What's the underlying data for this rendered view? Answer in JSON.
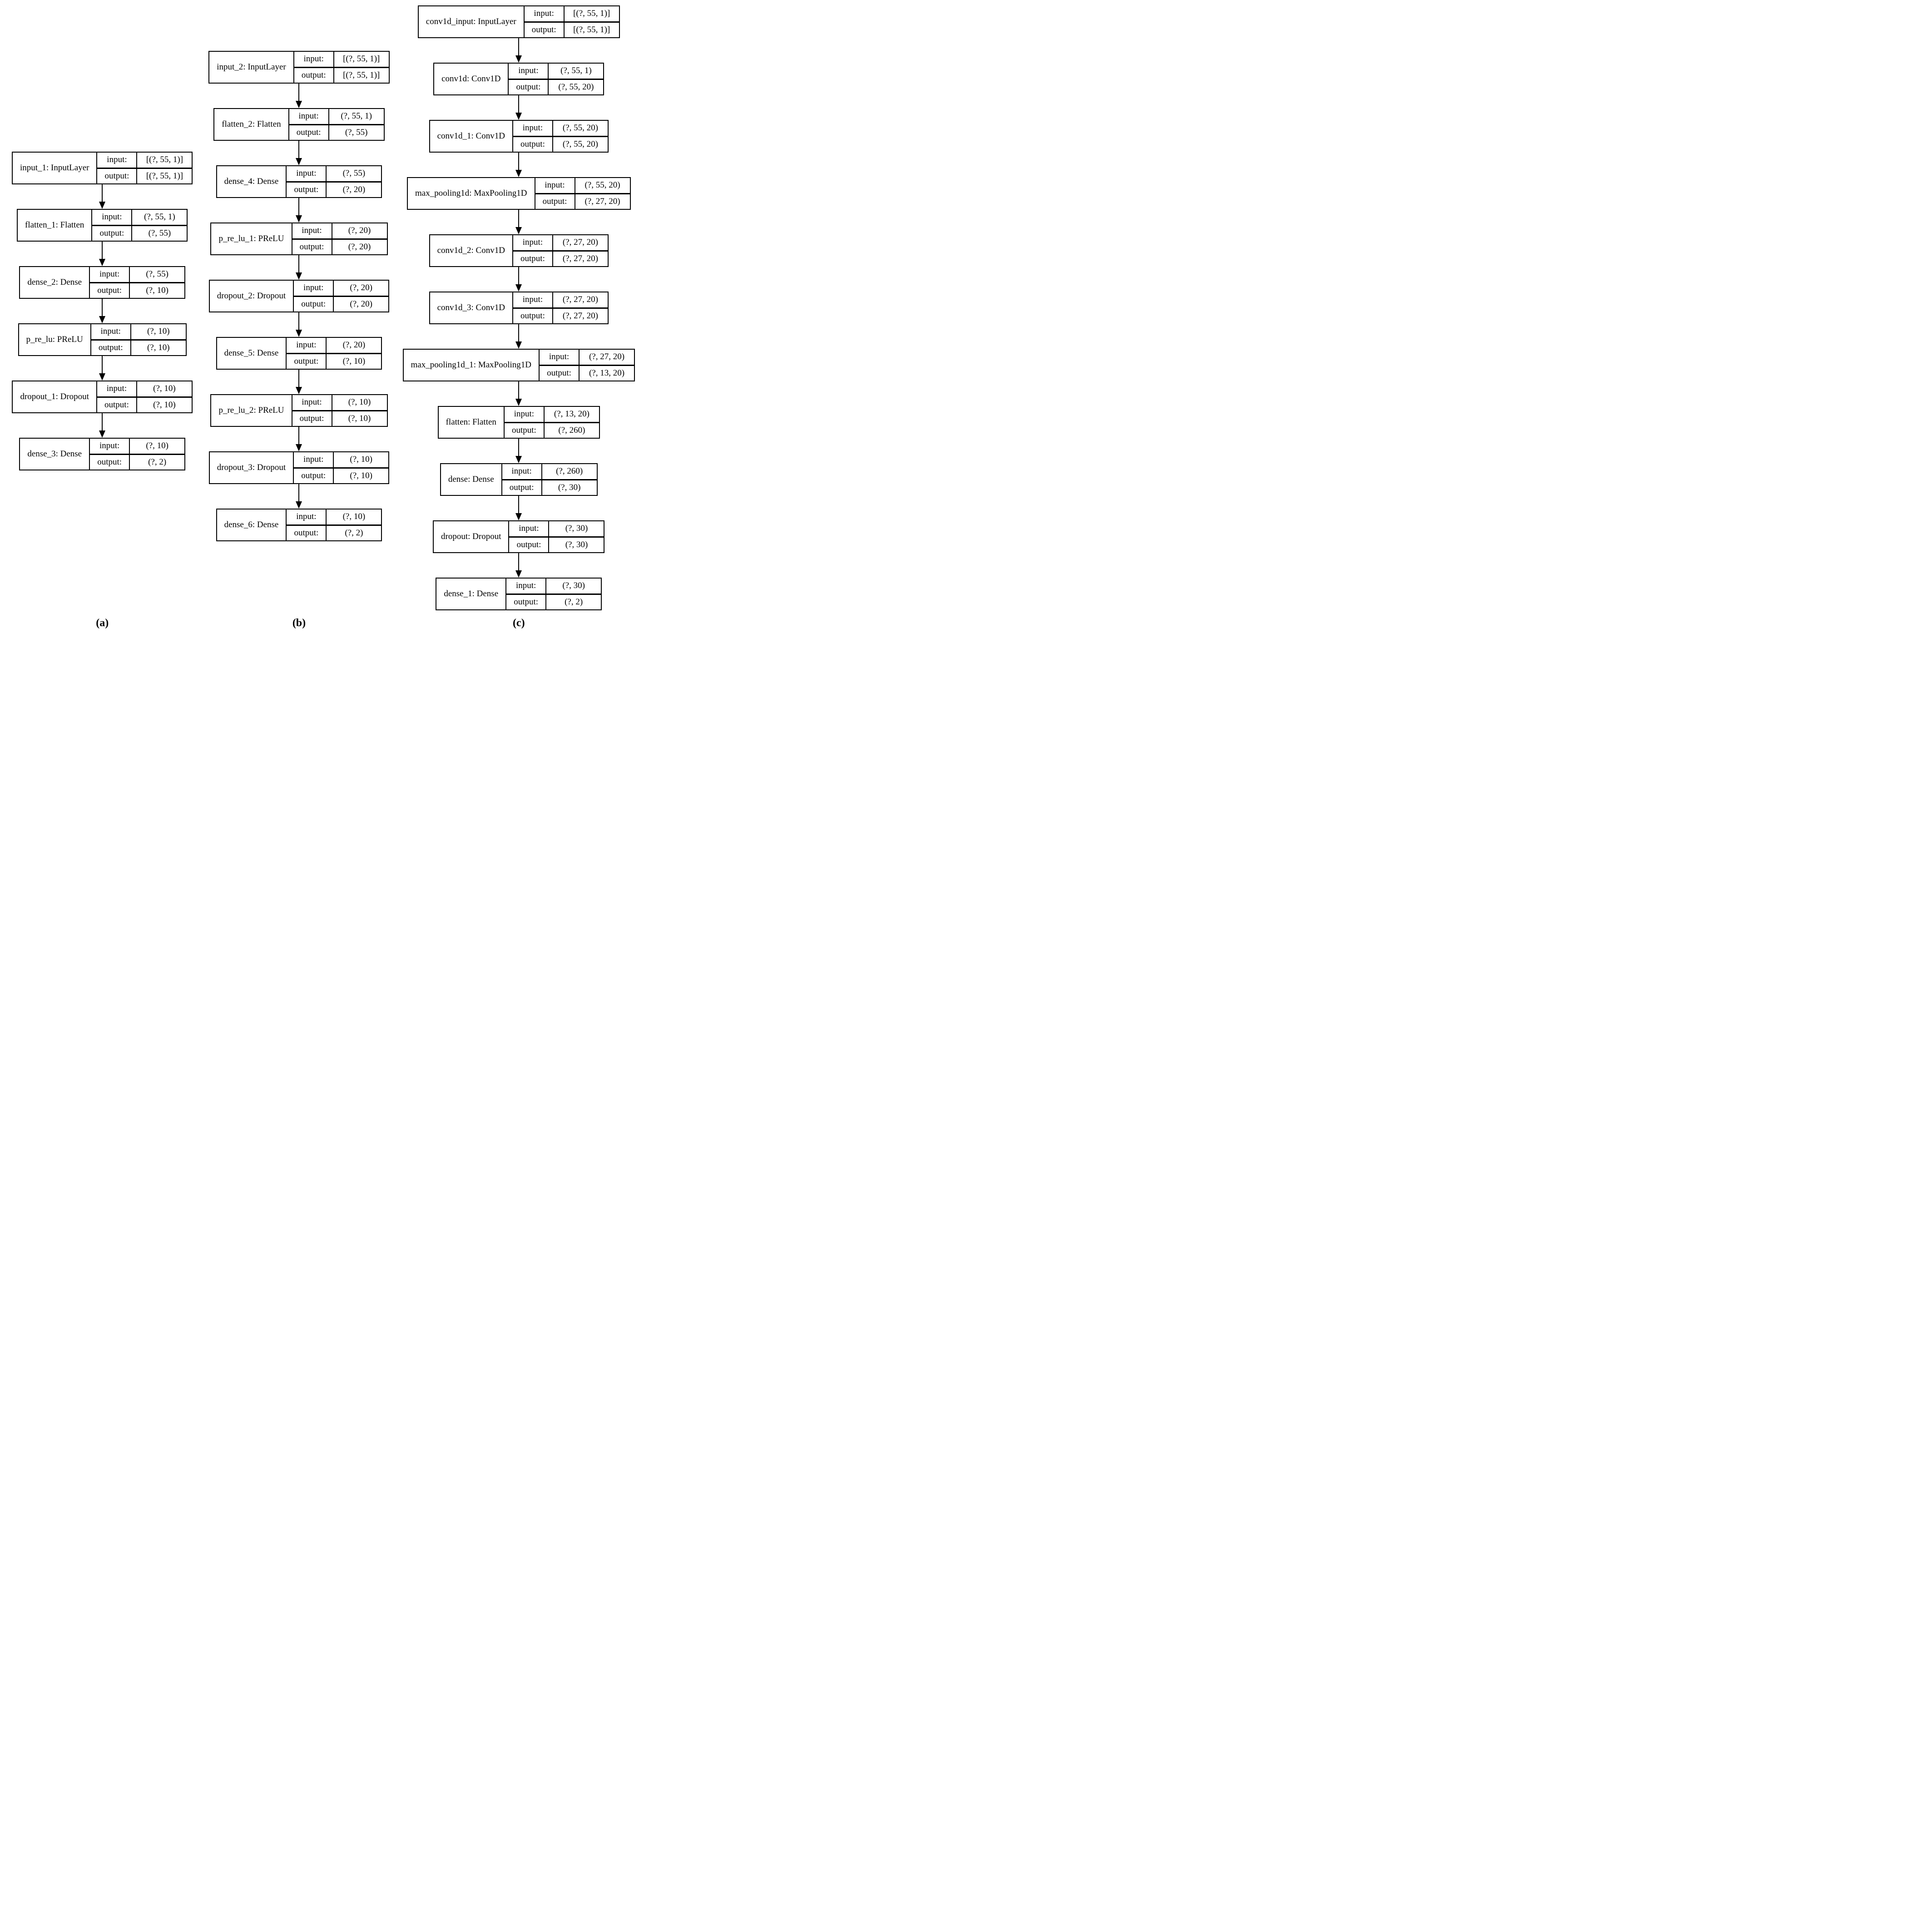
{
  "io_labels": {
    "input": "input:",
    "output": "output:"
  },
  "diagrams": [
    {
      "label": "(a)",
      "nodes": [
        {
          "name": "input_1: InputLayer",
          "input": "[(?, 55, 1)]",
          "output": "[(?, 55, 1)]"
        },
        {
          "name": "flatten_1: Flatten",
          "input": "(?, 55, 1)",
          "output": "(?, 55)"
        },
        {
          "name": "dense_2: Dense",
          "input": "(?, 55)",
          "output": "(?, 10)"
        },
        {
          "name": "p_re_lu: PReLU",
          "input": "(?, 10)",
          "output": "(?, 10)"
        },
        {
          "name": "dropout_1: Dropout",
          "input": "(?, 10)",
          "output": "(?, 10)"
        },
        {
          "name": "dense_3: Dense",
          "input": "(?, 10)",
          "output": "(?, 2)"
        }
      ]
    },
    {
      "label": "(b)",
      "nodes": [
        {
          "name": "input_2: InputLayer",
          "input": "[(?, 55, 1)]",
          "output": "[(?, 55, 1)]"
        },
        {
          "name": "flatten_2: Flatten",
          "input": "(?, 55, 1)",
          "output": "(?, 55)"
        },
        {
          "name": "dense_4: Dense",
          "input": "(?, 55)",
          "output": "(?, 20)"
        },
        {
          "name": "p_re_lu_1: PReLU",
          "input": "(?, 20)",
          "output": "(?, 20)"
        },
        {
          "name": "dropout_2: Dropout",
          "input": "(?, 20)",
          "output": "(?, 20)"
        },
        {
          "name": "dense_5: Dense",
          "input": "(?, 20)",
          "output": "(?, 10)"
        },
        {
          "name": "p_re_lu_2: PReLU",
          "input": "(?, 10)",
          "output": "(?, 10)"
        },
        {
          "name": "dropout_3: Dropout",
          "input": "(?, 10)",
          "output": "(?, 10)"
        },
        {
          "name": "dense_6: Dense",
          "input": "(?, 10)",
          "output": "(?, 2)"
        }
      ]
    },
    {
      "label": "(c)",
      "nodes": [
        {
          "name": "conv1d_input: InputLayer",
          "input": "[(?, 55, 1)]",
          "output": "[(?, 55, 1)]"
        },
        {
          "name": "conv1d: Conv1D",
          "input": "(?, 55, 1)",
          "output": "(?, 55, 20)"
        },
        {
          "name": "conv1d_1: Conv1D",
          "input": "(?, 55, 20)",
          "output": "(?, 55, 20)"
        },
        {
          "name": "max_pooling1d: MaxPooling1D",
          "input": "(?, 55, 20)",
          "output": "(?, 27, 20)"
        },
        {
          "name": "conv1d_2: Conv1D",
          "input": "(?, 27, 20)",
          "output": "(?, 27, 20)"
        },
        {
          "name": "conv1d_3: Conv1D",
          "input": "(?, 27, 20)",
          "output": "(?, 27, 20)"
        },
        {
          "name": "max_pooling1d_1: MaxPooling1D",
          "input": "(?, 27, 20)",
          "output": "(?, 13, 20)"
        },
        {
          "name": "flatten: Flatten",
          "input": "(?, 13, 20)",
          "output": "(?, 260)"
        },
        {
          "name": "dense: Dense",
          "input": "(?, 260)",
          "output": "(?, 30)"
        },
        {
          "name": "dropout: Dropout",
          "input": "(?, 30)",
          "output": "(?, 30)"
        },
        {
          "name": "dense_1: Dense",
          "input": "(?, 30)",
          "output": "(?, 2)"
        }
      ]
    }
  ]
}
